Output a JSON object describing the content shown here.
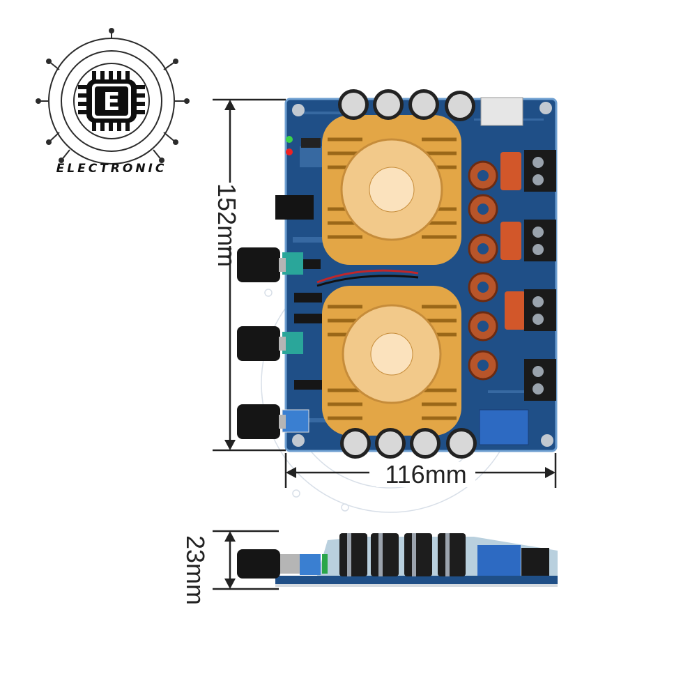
{
  "logo": {
    "letter": "E",
    "name": "ELECTRONIC"
  },
  "dimensions": {
    "height": "152mm",
    "width": "116mm",
    "depth": "23mm"
  },
  "colors": {
    "pcb": "#1f4f87",
    "heatsink": "#e3a646",
    "fan": "#f2c98a",
    "knob": "#151515",
    "terminal": "#1a1a1a",
    "inductor": "#b8552a",
    "capacitor": "#d8d8d8",
    "relay": "#2d6ac2"
  }
}
